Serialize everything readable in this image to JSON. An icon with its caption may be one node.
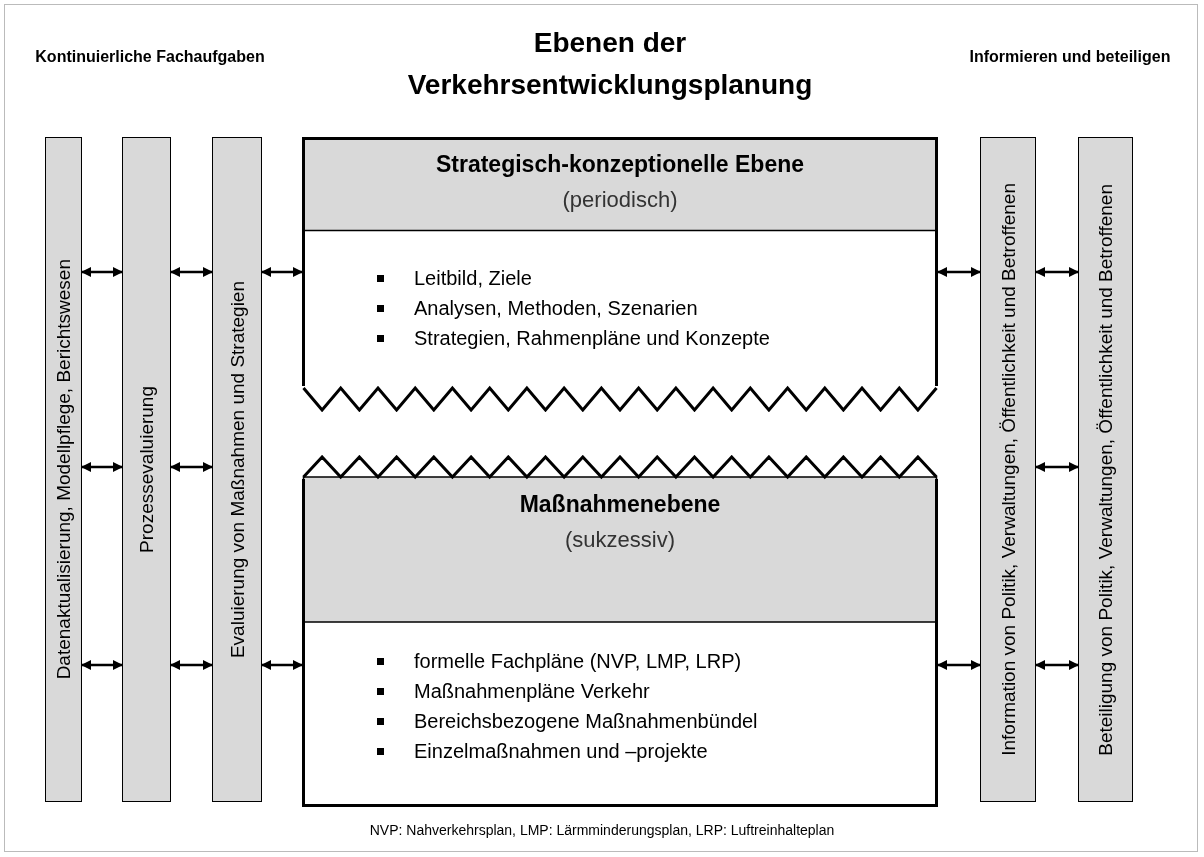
{
  "diagram": {
    "title": "Ebenen der Verkehrsentwicklungsplanung",
    "caption": "NVP: Nahverkehrsplan, LMP: Lärmminderungsplan, LRP: Luftreinhalteplan",
    "nodes": [
      {
        "text": [
          "Datenaktualisierung, Modellpflege, Berichtswesen"
        ]
      },
      {
        "text": [
          "Prozessevaluierung"
        ]
      },
      {
        "text": [
          "Evaluierung von Maßnahmen und Strategien"
        ]
      },
      {
        "text": [
          "Strategisch-konzeptionelle Ebene",
          "(periodisch)",
          "Leitbild, Ziele",
          "Analysen, Methoden, Szenarien",
          "Strategien, Rahmenpläne und Konzepte"
        ]
      },
      {
        "text": [
          "Maßnahmenebene",
          "(sukzessiv)",
          "formelle Fachpläne (NVP, LMP, LRP)",
          "Maßnahmenpläne Verkehr",
          "Bereichsbezogene Maßnahmenbündel",
          "Einzelmaßnahmen und –projekte"
        ]
      },
      {
        "text": [
          "Information von Politik, Verwaltungen, Öffentlichkeit und Betroffenen"
        ]
      },
      {
        "text": [
          "Beteiligung von Politik, Verwaltungen, Öffentlichkeit und Betroffenen"
        ]
      }
    ],
    "edges": [
      {
        "from": 0,
        "to": 1,
        "arrow": "both"
      },
      {
        "from": 0,
        "to": 1,
        "arrow": "both"
      },
      {
        "from": 0,
        "to": 1,
        "arrow": "both"
      },
      {
        "from": 1,
        "to": 2,
        "arrow": "both"
      },
      {
        "from": 1,
        "to": 2,
        "arrow": "both"
      },
      {
        "from": 1,
        "to": 2,
        "arrow": "both"
      },
      {
        "from": 2,
        "to": 3,
        "arrow": "both"
      },
      {
        "from": 2,
        "to": 4,
        "arrow": "both"
      },
      {
        "from": 3,
        "to": 5,
        "arrow": "both"
      },
      {
        "from": 4,
        "to": 5,
        "arrow": "both"
      },
      {
        "from": 5,
        "to": 6,
        "arrow": "both"
      },
      {
        "from": 5,
        "to": 6,
        "arrow": "both"
      },
      {
        "from": 5,
        "to": 6,
        "arrow": "both"
      }
    ],
    "labels": [
      "Kontinuierliche Fachaufgaben",
      "Informieren und beteiligen"
    ]
  }
}
